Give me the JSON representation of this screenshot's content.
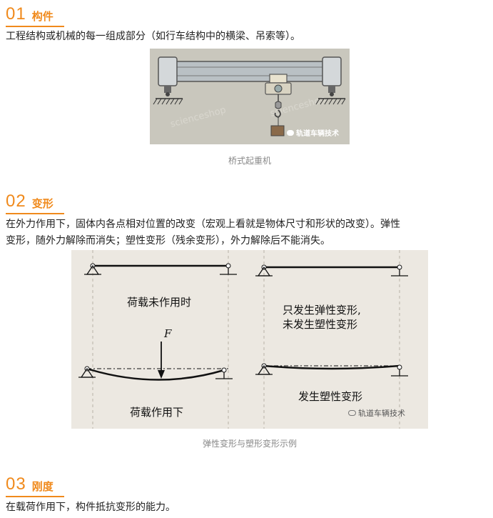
{
  "sections": [
    {
      "number": "01",
      "title": "构件",
      "text": "工程结构或机械的每一组成部分（如行车结构中的横梁、吊索等）。"
    },
    {
      "number": "02",
      "title": "变形",
      "text_line1": "在外力作用下，固体内各点相对位置的改变（宏观上看就是物体尺寸和形状的改变）。弹性",
      "text_line2": "变形，随外力解除而消失；塑性变形（残余变形），外力解除后不能消失。"
    },
    {
      "number": "03",
      "title": "刚度",
      "text": "在载荷作用下，构件抵抗变形的能力。"
    }
  ],
  "figure1": {
    "caption": "桥式起重机",
    "watermark": "轨道车辆技术"
  },
  "figure2": {
    "caption": "弹性变形与塑形变形示例",
    "label_unloaded": "荷载未作用时",
    "label_elastic_1": "只发生弹性变形,",
    "label_elastic_2": "未发生塑性变形",
    "label_loaded": "荷载作用下",
    "label_plastic": "发生塑性变形",
    "force_label": "F",
    "watermark": "轨道车辆技术"
  },
  "colors": {
    "accent": "#f08a1c",
    "figure_bg": "#ebe6dd",
    "crane_bg": "#c9c7bd"
  }
}
